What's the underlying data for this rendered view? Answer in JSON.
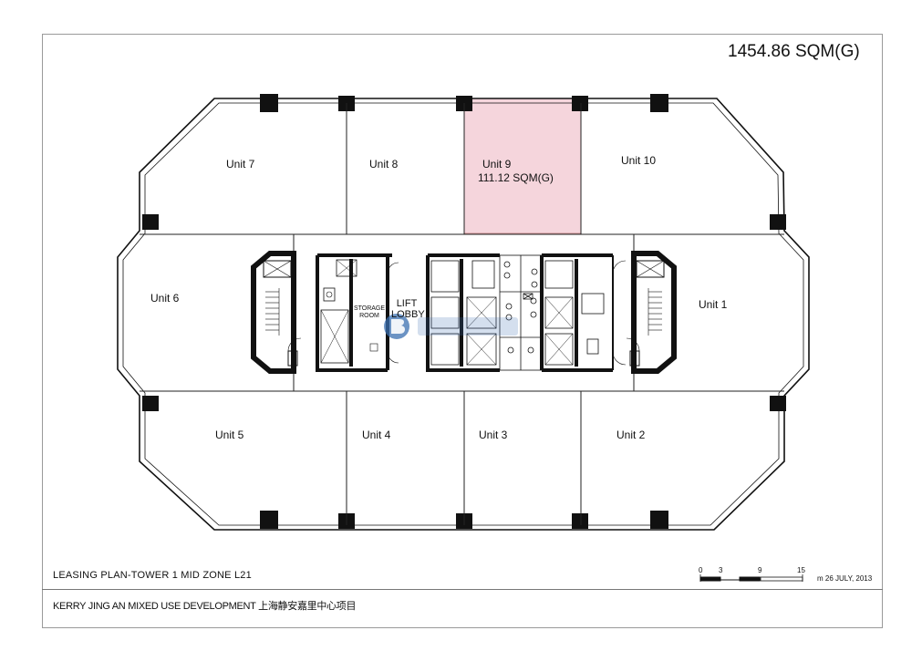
{
  "plan_total_area": "1454.86 SQM(G)",
  "units": {
    "unit1": "Unit 1",
    "unit2": "Unit 2",
    "unit3": "Unit 3",
    "unit4": "Unit 4",
    "unit5": "Unit 5",
    "unit6": "Unit 6",
    "unit7": "Unit 7",
    "unit8": "Unit 8",
    "unit9": "Unit 9",
    "unit9_area": "111.12 SQM(G)",
    "unit10": "Unit 10"
  },
  "core_labels": {
    "storage_room_line1": "STORAGE",
    "storage_room_line2": "ROOM",
    "lift_lobby_line1": "LIFT",
    "lift_lobby_line2": "LOBBY"
  },
  "title_block": {
    "plan_name": "LEASING PLAN-TOWER 1  MID ZONE L21",
    "project_name": "KERRY JING AN MIXED USE DEVELOPMENT 上海静安嘉里中心项目",
    "date": "m  26 JULY, 2013"
  },
  "scale_bar": {
    "ticks": [
      "0",
      "3",
      "9",
      "15"
    ]
  },
  "colors": {
    "highlight_fill": "#f5d5dc",
    "line": "#111111",
    "watermark": "#3a6fb0"
  }
}
